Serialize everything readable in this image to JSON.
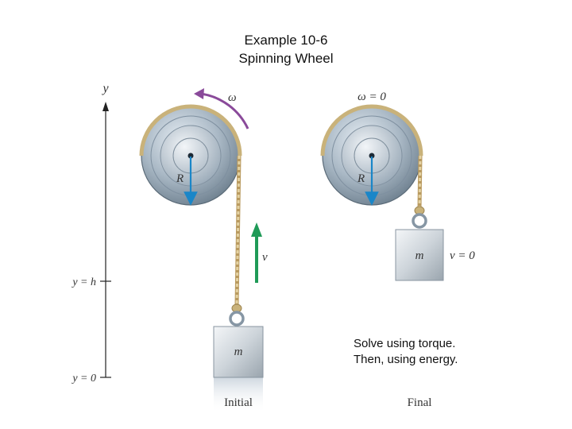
{
  "title": {
    "line1": "Example 10-6",
    "line2": "Spinning Wheel"
  },
  "diagram": {
    "axis_label": "y",
    "axis_marks": {
      "upper": "y = h",
      "lower": "y = 0"
    },
    "initial": {
      "omega_label": "ω",
      "radius_label": "R",
      "velocity_label": "v",
      "mass_label": "m",
      "caption": "Initial"
    },
    "final": {
      "omega_label": "ω = 0",
      "radius_label": "R",
      "velocity_label": "v = 0",
      "mass_label": "m",
      "caption": "Final"
    },
    "note_line1": "Solve using torque.",
    "note_line2": "Then, using energy."
  },
  "colors": {
    "omega_arrow": "#8a4a9a",
    "velocity_arrow": "#1f9a57",
    "radius_arrow": "#1a86c8",
    "rope": "#c9b27a",
    "wheel": "#9fb0bf"
  }
}
